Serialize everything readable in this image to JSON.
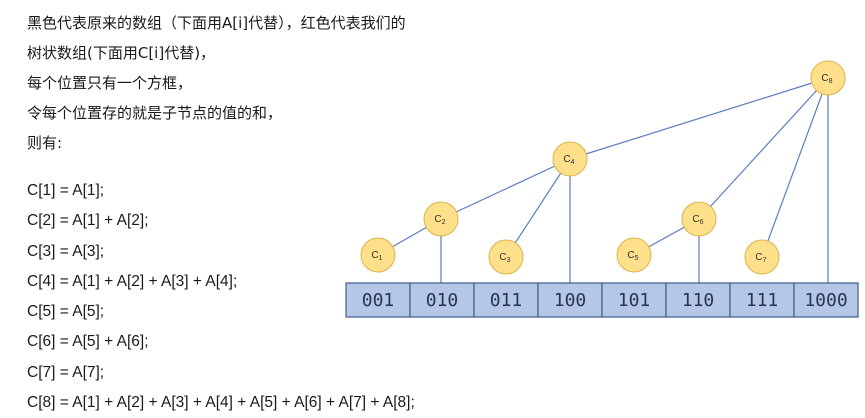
{
  "description_lines": [
    "黑色代表原来的数组（下面用A[i]代替），红色代表我们的",
    "树状数组(下面用C[i]代替)，",
    "每个位置只有一个方框，",
    "令每个位置存的就是子节点的值的和，",
    "则有:"
  ],
  "formulas": [
    "C[1] = A[1];",
    "C[2] = A[1] + A[2];",
    "C[3] = A[3];",
    "C[4] = A[1] + A[2] + A[3] + A[4];",
    "C[5] = A[5];",
    "C[6] = A[5] + A[6];",
    "C[7] = A[7];",
    "C[8] = A[1] + A[2] + A[3] + A[4] + A[5] + A[6] + A[7] + A[8];"
  ],
  "diagram": {
    "array_cells": [
      "001",
      "010",
      "011",
      "100",
      "101",
      "110",
      "111",
      "1000"
    ],
    "nodes": [
      {
        "letter": "C",
        "sub": "1"
      },
      {
        "letter": "C",
        "sub": "2"
      },
      {
        "letter": "C",
        "sub": "3"
      },
      {
        "letter": "C",
        "sub": "4"
      },
      {
        "letter": "C",
        "sub": "5"
      },
      {
        "letter": "C",
        "sub": "6"
      },
      {
        "letter": "C",
        "sub": "7"
      },
      {
        "letter": "C",
        "sub": "8"
      }
    ],
    "colors": {
      "node_fill": "#ffe08a",
      "node_stroke": "#d9b24c",
      "cell_fill": "#b4c7e7",
      "cell_stroke": "#3f5b8c",
      "edge": "#5b7cc0"
    }
  }
}
